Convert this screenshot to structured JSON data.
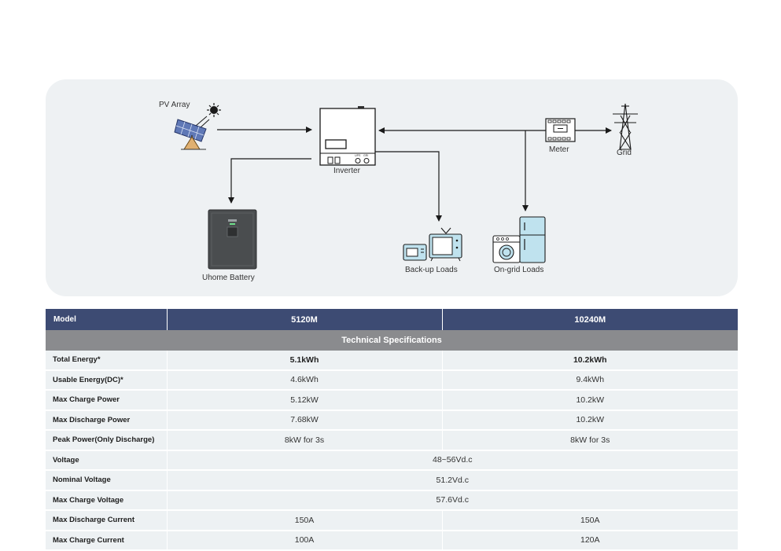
{
  "diagram": {
    "labels": {
      "pv_array": "PV Array",
      "inverter": "Inverter",
      "meter": "Meter",
      "grid": "Grid",
      "battery": "Uhome Battery",
      "backup_loads": "Back-up Loads",
      "ongrid_loads": "On-grid Loads",
      "inverter_port_left": "UPS",
      "inverter_port_right": "GRI"
    },
    "colors": {
      "panel": "#eef1f3",
      "line": "#1a1a1a",
      "battery": "#4a4d4f",
      "appliance": "#bfe2ee"
    }
  },
  "table": {
    "header": {
      "model_label": "Model",
      "col1": "5120M",
      "col2": "10240M"
    },
    "section": "Technical Specifications",
    "rows": [
      {
        "name": "Total Energy*",
        "v1": "5.1kWh",
        "v2": "10.2kWh"
      },
      {
        "name": "Usable Energy(DC)*",
        "v1": "4.6kWh",
        "v2": "9.4kWh"
      },
      {
        "name": "Max Charge Power",
        "v1": "5.12kW",
        "v2": "10.2kW"
      },
      {
        "name": "Max Discharge Power",
        "v1": "7.68kW",
        "v2": "10.2kW"
      },
      {
        "name": "Peak Power(Only Discharge)",
        "v1": "8kW for 3s",
        "v2": "8kW for 3s"
      },
      {
        "name": "Voltage",
        "v": "48~56Vd.c"
      },
      {
        "name": "Nominal Voltage",
        "v": "51.2Vd.c"
      },
      {
        "name": "Max Charge Voltage",
        "v": "57.6Vd.c"
      },
      {
        "name": "Max Discharge Current",
        "v1": "150A",
        "v2": "150A"
      },
      {
        "name": "Max Charge Current",
        "v1": "100A",
        "v2": "120A"
      }
    ],
    "colors": {
      "header": "#3d4b73",
      "section": "#8a8b8e",
      "row": "#edf1f3"
    }
  }
}
